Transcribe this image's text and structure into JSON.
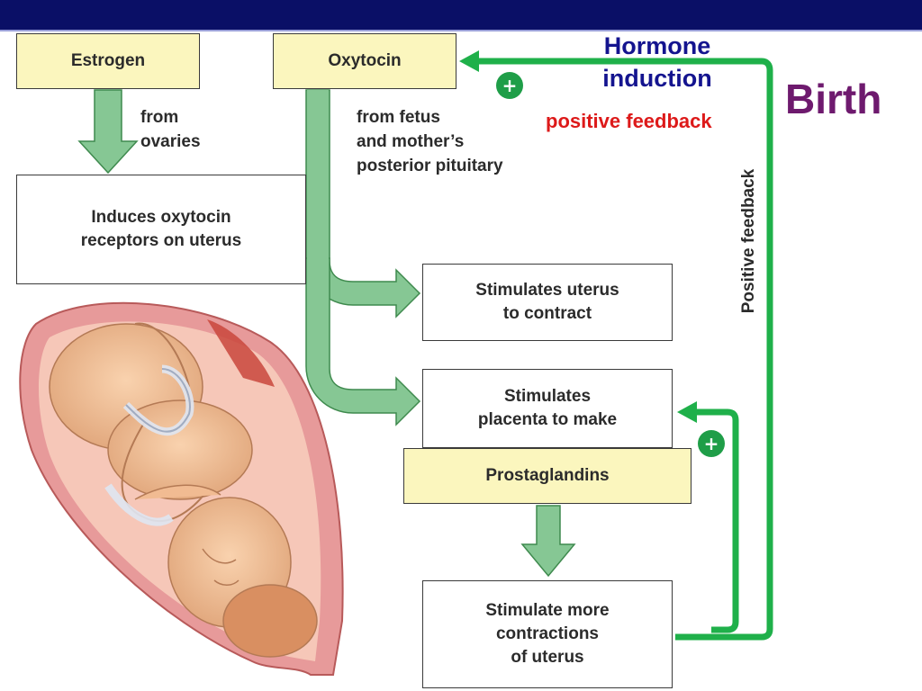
{
  "header": {
    "bar_color": "#0a0f66"
  },
  "colors": {
    "arrow_fill": "#86c794",
    "arrow_stroke": "#3f8a4e",
    "feedback_line": "#1fb04a",
    "yellow_box": "#fbf6be",
    "title_blue": "#14148f",
    "title_red": "#dd1a1a",
    "title_purple": "#6e1a6e"
  },
  "boxes": {
    "estrogen": "Estrogen",
    "oxytocin": "Oxytocin",
    "induces_receptors": "Induces oxytocin\nreceptors on uterus",
    "stimulates_uterus": "Stimulates uterus\nto contract",
    "stimulates_placenta": "Stimulates\nplacenta to make",
    "prostaglandins": "Prostaglandins",
    "stimulate_more": "Stimulate more\ncontractions\nof uterus"
  },
  "notes": {
    "from_ovaries": "from\novaries",
    "from_fetus": "from fetus\nand mother’s\nposterior pituitary"
  },
  "feedback": {
    "vertical_label": "Positive feedback",
    "plus_sign": "+"
  },
  "titles": {
    "hormone_induction": "Hormone\ninduction",
    "positive_feedback": "positive feedback",
    "birth": "Birth"
  },
  "illustration": {
    "subject": "fetus in uterus, head-down position"
  }
}
